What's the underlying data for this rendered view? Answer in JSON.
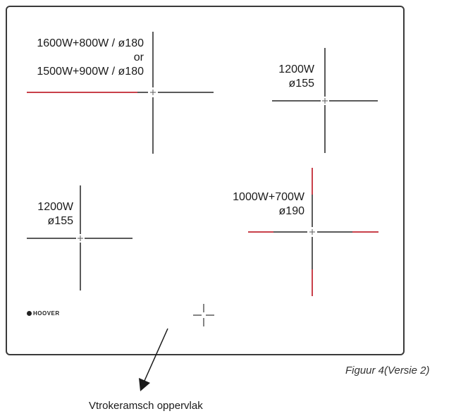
{
  "zones": {
    "top_left": {
      "line1": "1600W+800W / ø180",
      "line2": "or",
      "line3": "1500W+900W / ø180"
    },
    "top_right": {
      "power": "1200W",
      "diameter": "ø155"
    },
    "bottom_left": {
      "power": "1200W",
      "diameter": "ø155"
    },
    "bottom_right": {
      "power": "1000W+700W",
      "diameter": "ø190"
    }
  },
  "brand": "HOOVER",
  "caption": "Figuur 4(Versie 2)",
  "surface_label": "Vtrokeramsch oppervlak",
  "colors": {
    "gray_line": "#5a5a5a",
    "red_line": "#c8404a",
    "frame": "#3a3a3a"
  }
}
